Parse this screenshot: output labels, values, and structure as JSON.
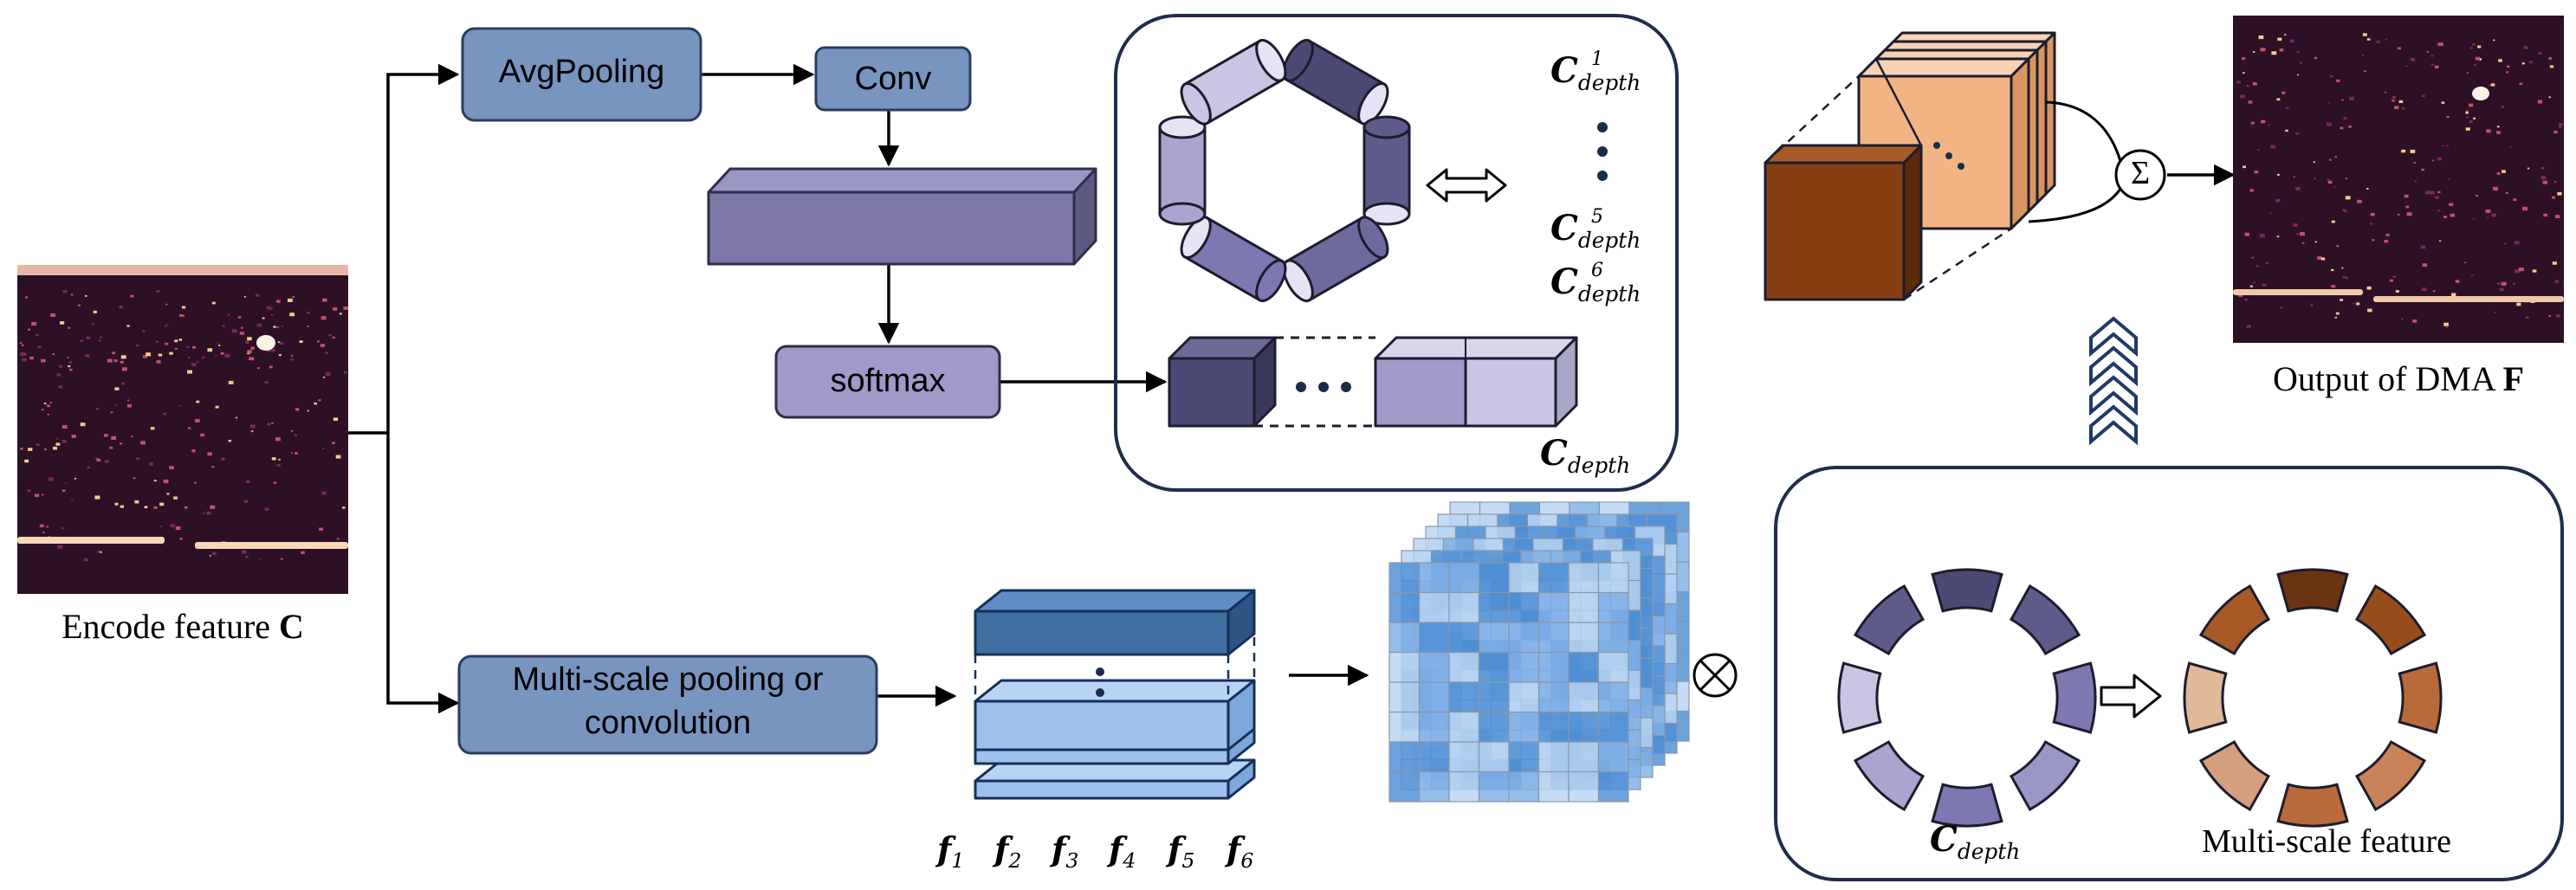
{
  "boxes": {
    "avgpool": "AvgPooling",
    "conv": "Conv",
    "softmax": "softmax",
    "multiscale_line1": "Multi-scale pooling or",
    "multiscale_line2": "convolution"
  },
  "captions": {
    "encode_prefix": "Encode feature ",
    "encode_symbol": "C",
    "output_prefix": "Output of DMA ",
    "output_symbol": "F",
    "multiscale_feature": "Multi-scale feature"
  },
  "math": {
    "c_base": "C",
    "depth_sub": "depth",
    "sup_1": "1",
    "sup_5": "5",
    "sup_6": "6",
    "f_base": "f",
    "f_indices": [
      "1",
      "2",
      "3",
      "4",
      "5",
      "6"
    ],
    "sum_symbol": "Σ",
    "otimes_symbol": "⊗"
  },
  "colors": {
    "box_fill": "#7895c0",
    "box_stroke": "#2b3d5e",
    "softmax_fill": "#a19ac8",
    "slab_fill": "#7d78a6",
    "cube_dark": "#4c4a74",
    "cube_light": "#c8c6e2",
    "brown": "#853f12",
    "peach": "#f3b484",
    "blue_dark": "#3f6fa0",
    "blue_light": "#9fc0ec",
    "cube_blue": "#4d8fd4"
  }
}
